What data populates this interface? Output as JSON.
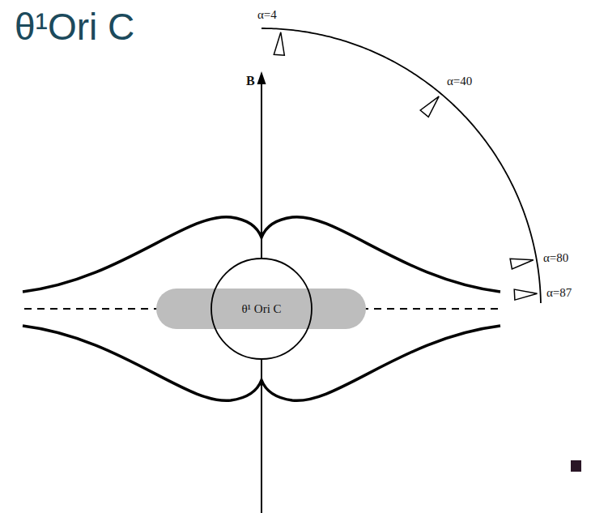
{
  "diagram": {
    "title": "θ¹Ori C",
    "nodes": [
      {
        "text": [
          "θ¹ Ori C"
        ]
      }
    ],
    "labels": [
      "B",
      "α=4",
      "α=40",
      "α=80",
      "α=87"
    ]
  }
}
